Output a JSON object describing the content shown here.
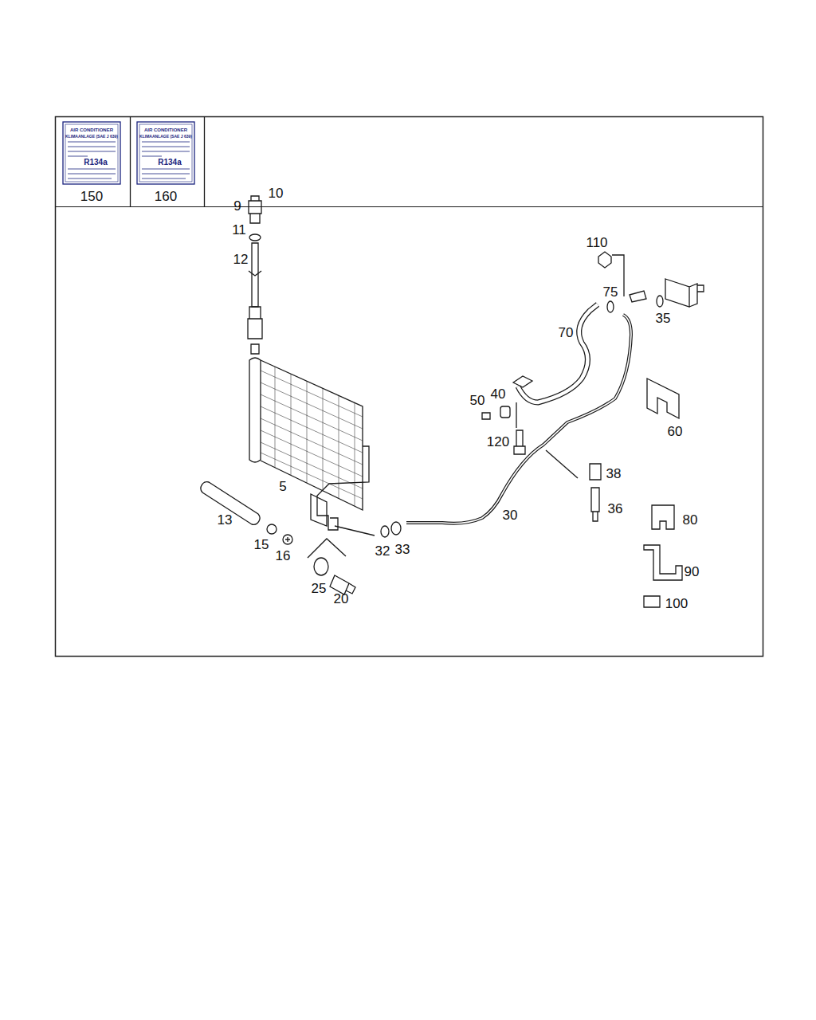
{
  "diagram": {
    "labels": [
      "AIR CONDITIONER",
      "KLIMAANLAGE (SAE J 639)",
      "R134a",
      "150",
      "AIR CONDITIONER",
      "KLIMAANLAGE (SAE J 639)",
      "R134a",
      "160",
      "10",
      "9",
      "11",
      "12",
      "5",
      "13",
      "15",
      "16",
      "25",
      "20",
      "32",
      "33",
      "30",
      "110",
      "75",
      "70",
      "35",
      "50",
      "40",
      "120",
      "38",
      "60",
      "36",
      "80",
      "90",
      "100"
    ]
  }
}
